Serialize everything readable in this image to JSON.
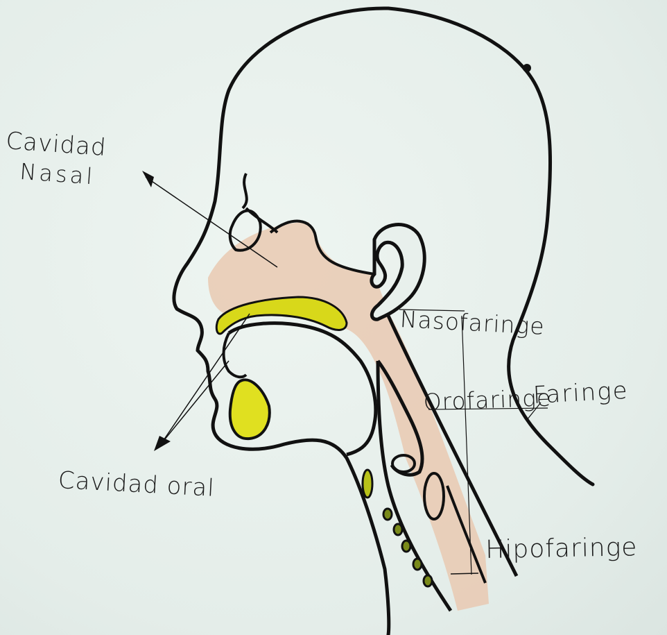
{
  "labels": {
    "cavidad_nasal_line1": "Cavidad",
    "cavidad_nasal_line2": "Nasal",
    "cavidad_oral": "Cavidad oral",
    "nasofaringe": "Nasofaringe",
    "orofaringe": "Orofaringe",
    "faringe": "Faringe",
    "hipofaringe": "Hipofaringe"
  },
  "colors": {
    "outline": "#111111",
    "airway_fill": "#e9c9b2",
    "palate_yellow": "#d8d81a",
    "tongue_yellow": "#e0e020",
    "cartilage_green": "#7a8a1a"
  }
}
